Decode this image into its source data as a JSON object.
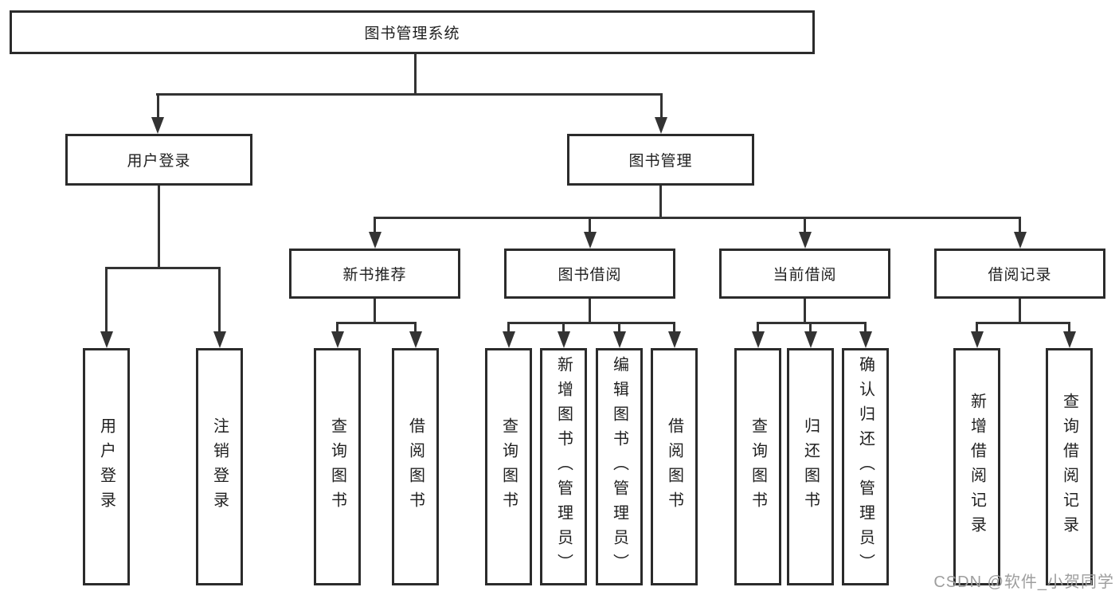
{
  "tree": {
    "label": "图书管理系统",
    "children": [
      {
        "label": "用户登录",
        "children": [
          {
            "label": "用户登录"
          },
          {
            "label": "注销登录"
          }
        ]
      },
      {
        "label": "图书管理",
        "children": [
          {
            "label": "新书推荐",
            "children": [
              {
                "label": "查询图书"
              },
              {
                "label": "借阅图书"
              }
            ]
          },
          {
            "label": "图书借阅",
            "children": [
              {
                "label": "查询图书"
              },
              {
                "label": "新增图书（管理员）"
              },
              {
                "label": "编辑图书（管理员）"
              },
              {
                "label": "借阅图书"
              }
            ]
          },
          {
            "label": "当前借阅",
            "children": [
              {
                "label": "查询图书"
              },
              {
                "label": "归还图书"
              },
              {
                "label": "确认归还（管理员）"
              }
            ]
          },
          {
            "label": "借阅记录",
            "children": [
              {
                "label": "新增借阅记录"
              },
              {
                "label": "查询借阅记录"
              }
            ]
          }
        ]
      }
    ]
  },
  "watermark": "CSDN @软件_小贺同学",
  "colors": {
    "line": "#333333",
    "box_border": "#2b2b2b",
    "text": "#1f1f1f",
    "watermark": "#9e9e9e",
    "background": "#ffffff"
  }
}
